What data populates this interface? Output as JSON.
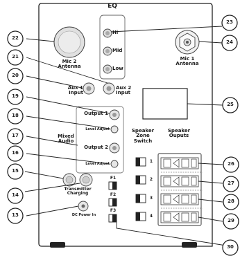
{
  "title": "EQ",
  "eq_knobs": [
    "Hi",
    "Mid",
    "Low"
  ],
  "labels": {
    "mic2": [
      "Mic 2",
      "Antenna"
    ],
    "mic1": [
      "Mic 1",
      "Antenna"
    ],
    "aux1": [
      "Aux 1",
      "Input"
    ],
    "aux2": [
      "Aux 2",
      "Input"
    ],
    "output1": "Output 1",
    "level_adjust_1": "Level Adjust",
    "mixed_audio": [
      "Mixed",
      "Audio"
    ],
    "output2": "Output 2",
    "level_adjust_2": "Level Adjust",
    "speaker_zone_switch": [
      "Speaker",
      "Zone",
      "Switch"
    ],
    "speaker_outputs": [
      "Speaker",
      "Ouputs"
    ],
    "transmitter_charging": [
      "Transmitter",
      "Charging"
    ],
    "dc_power_in": "DC Power In",
    "fuses": [
      "F1",
      "F2",
      "F3"
    ],
    "zones": [
      "1",
      "2",
      "3",
      "4"
    ]
  },
  "callouts": [
    "13",
    "14",
    "15",
    "16",
    "17",
    "18",
    "19",
    "20",
    "21",
    "22",
    "23",
    "24",
    "25",
    "26",
    "27",
    "28",
    "29",
    "30"
  ],
  "colors": {
    "panel_fill": "#ffffff",
    "stroke": "#222222",
    "callout_fill": "#ffffff",
    "knob_fill": "#d9d9d9",
    "dark": "#1a1a1a"
  }
}
